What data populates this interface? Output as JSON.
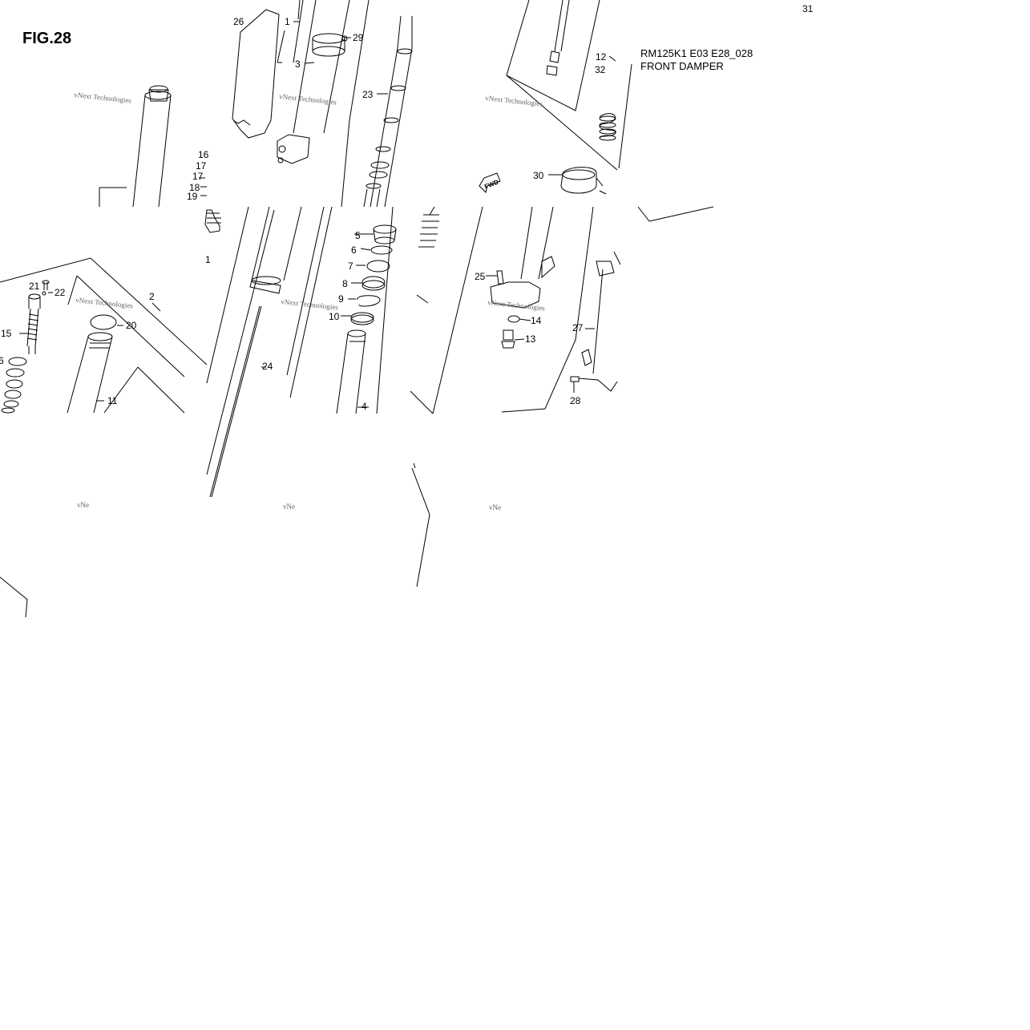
{
  "figure_title": "FIG.28",
  "caption": {
    "code": "RM125K1 E03 E28_028",
    "name": "FRONT DAMPER"
  },
  "watermark": "vNext Technologies",
  "watermark_cut": "vNe",
  "fwd_arrow": "FWD",
  "part_labels": [
    {
      "n": "1"
    },
    {
      "n": "2"
    },
    {
      "n": "3"
    },
    {
      "n": "4"
    },
    {
      "n": "5"
    },
    {
      "n": "6"
    },
    {
      "n": "7"
    },
    {
      "n": "8"
    },
    {
      "n": "9"
    },
    {
      "n": "10"
    },
    {
      "n": "11"
    },
    {
      "n": "12"
    },
    {
      "n": "13"
    },
    {
      "n": "14"
    },
    {
      "n": "15"
    },
    {
      "n": "16"
    },
    {
      "n": "17"
    },
    {
      "n": "17"
    },
    {
      "n": "18"
    },
    {
      "n": "19"
    },
    {
      "n": "20"
    },
    {
      "n": "21"
    },
    {
      "n": "22"
    },
    {
      "n": "23"
    },
    {
      "n": "24"
    },
    {
      "n": "25"
    },
    {
      "n": "26"
    },
    {
      "n": "27"
    },
    {
      "n": "28"
    },
    {
      "n": "29"
    },
    {
      "n": "30"
    },
    {
      "n": "31"
    },
    {
      "n": "32"
    },
    {
      "n": "6"
    },
    {
      "n": "1"
    }
  ]
}
